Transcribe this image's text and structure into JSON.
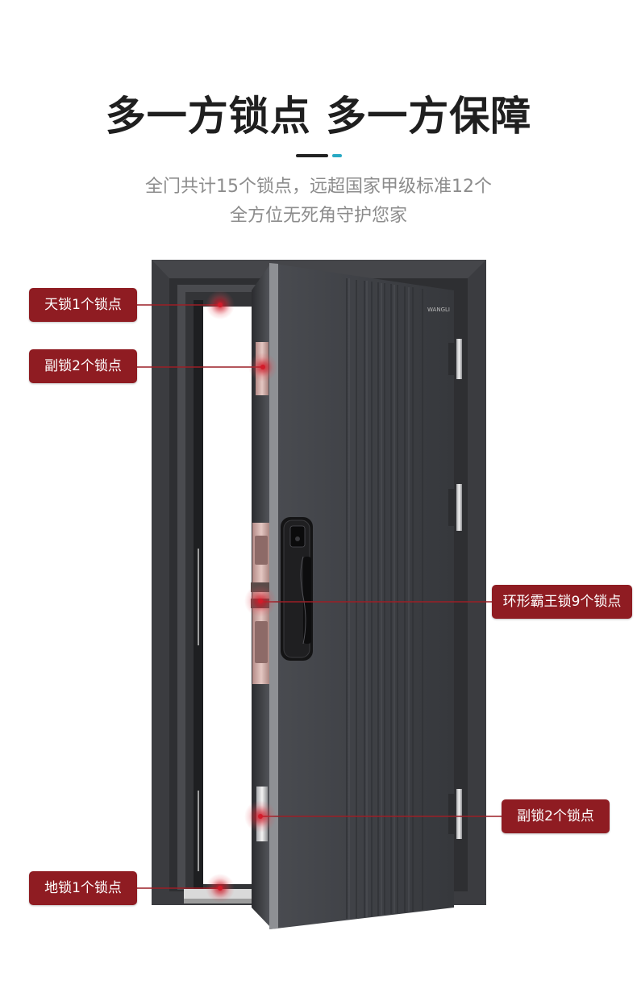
{
  "header": {
    "title": "多一方锁点 多一方保障",
    "subtitle_line1": "全门共计15个锁点，远超国家甲级标准12个",
    "subtitle_line2": "全方位无死角守护您家"
  },
  "door": {
    "brand_mark": "WANGLI"
  },
  "callouts": [
    {
      "label": "天锁1个锁点"
    },
    {
      "label": "副锁2个锁点"
    },
    {
      "label": "环形霸王锁9个锁点"
    },
    {
      "label": "副锁2个锁点"
    },
    {
      "label": "地锁1个锁点"
    }
  ],
  "colors": {
    "label_bg": "#8f1c22",
    "leader_line": "#9b1f26",
    "accent_teal": "#28a9c4",
    "door_dark": "#3f4146"
  }
}
